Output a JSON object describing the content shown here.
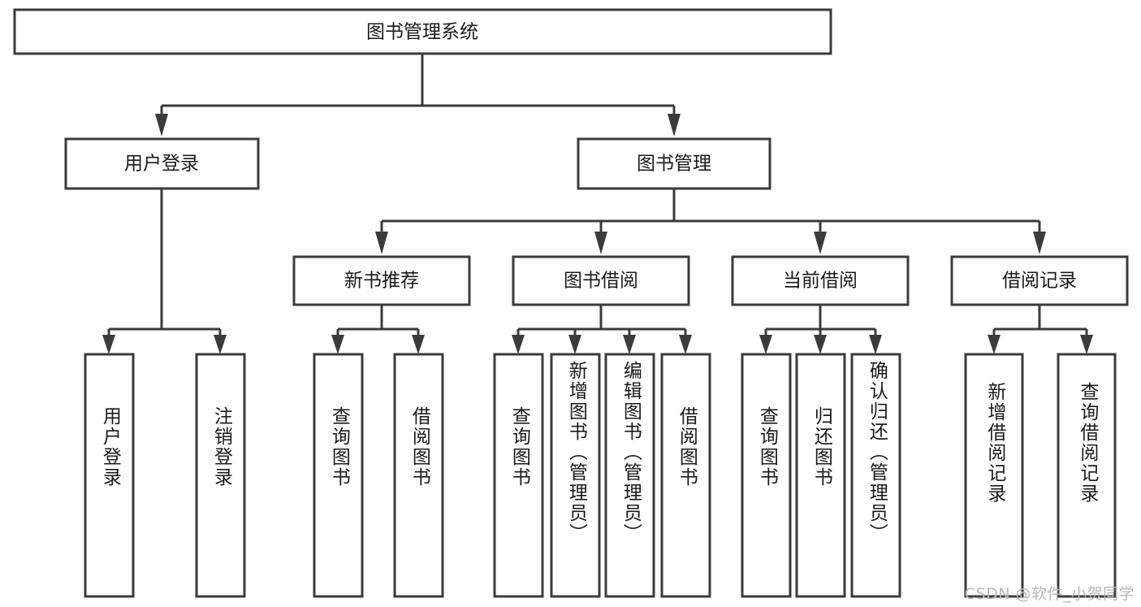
{
  "diagram": {
    "title": "图书管理系统",
    "type": "tree-hierarchy-diagram",
    "colors": {
      "box_stroke": "#3b3b3b",
      "box_fill": "#ffffff",
      "connector": "#3b3b3b",
      "text": "#1a1a1a",
      "background": "#ffffff",
      "watermark": "#b8b8b8"
    },
    "root": {
      "label": "图书管理系统"
    },
    "level2": [
      {
        "label": "用户登录"
      },
      {
        "label": "图书管理"
      }
    ],
    "level3": [
      {
        "label": "新书推荐"
      },
      {
        "label": "图书借阅"
      },
      {
        "label": "当前借阅"
      },
      {
        "label": "借阅记录"
      }
    ],
    "leaves": {
      "user_login": [
        {
          "label": "用户登录"
        },
        {
          "label": "注销登录"
        }
      ],
      "new_book_recommend": [
        {
          "label": "查询图书"
        },
        {
          "label": "借阅图书"
        }
      ],
      "book_borrow": [
        {
          "label": "查询图书"
        },
        {
          "label": "新增图书（管理员）"
        },
        {
          "label": "编辑图书（管理员）"
        },
        {
          "label": "借阅图书"
        }
      ],
      "current_borrow": [
        {
          "label": "查询图书"
        },
        {
          "label": "归还图书"
        },
        {
          "label": "确认归还（管理员）"
        }
      ],
      "borrow_record": [
        {
          "label": "新增借阅记录"
        },
        {
          "label": "查询借阅记录"
        }
      ]
    }
  },
  "watermark": {
    "text": "CSDN @软件_小贺同学"
  }
}
